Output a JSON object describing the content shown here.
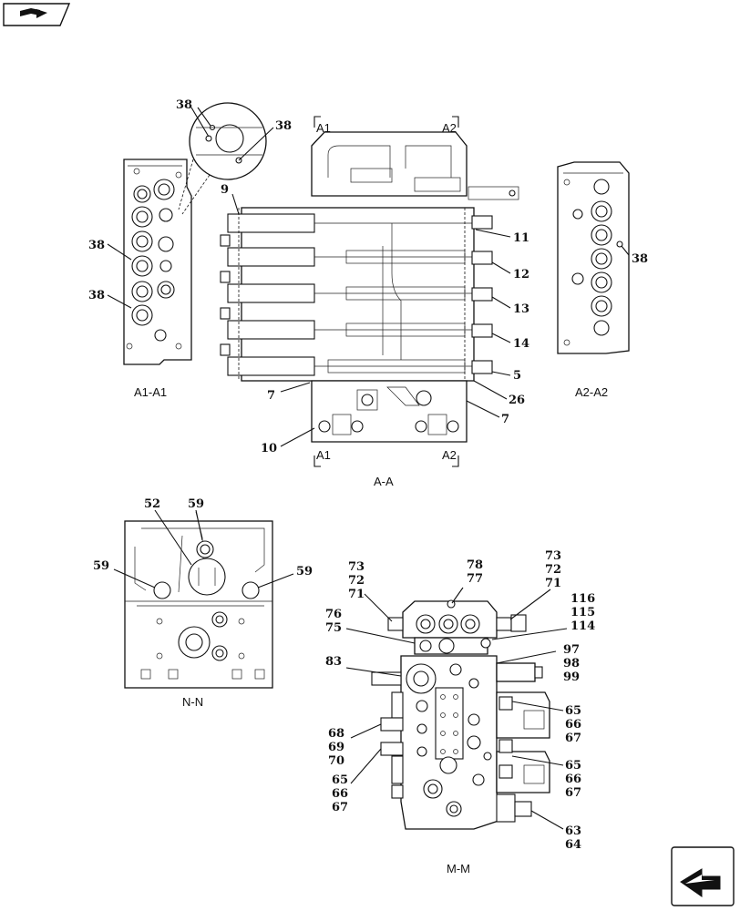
{
  "icons": {
    "top_left": "book-arrow-icon",
    "bottom_right": "next-page-arrow-icon"
  },
  "views": {
    "a1": {
      "caption": "A1-A1"
    },
    "a2": {
      "caption": "A2-A2"
    },
    "aa": {
      "caption": "A-A",
      "section_marks": [
        "A1",
        "A2",
        "A1",
        "A2"
      ]
    },
    "nn": {
      "caption": "N-N"
    },
    "mm": {
      "caption": "M-M"
    }
  },
  "callouts": {
    "a1": [
      "38",
      "38",
      "38",
      "38"
    ],
    "a2": [
      "38"
    ],
    "aa": [
      "9",
      "11",
      "12",
      "13",
      "14",
      "5",
      "26",
      "7",
      "7",
      "10"
    ],
    "nn": [
      "52",
      "59",
      "59",
      "59"
    ],
    "mm": [
      "73",
      "72",
      "71",
      "78",
      "77",
      "73",
      "72",
      "71",
      "116",
      "115",
      "114",
      "76",
      "75",
      "83",
      "97",
      "98",
      "99",
      "65",
      "66",
      "67",
      "68",
      "69",
      "70",
      "65",
      "66",
      "67",
      "65",
      "66",
      "67",
      "63",
      "64"
    ]
  }
}
